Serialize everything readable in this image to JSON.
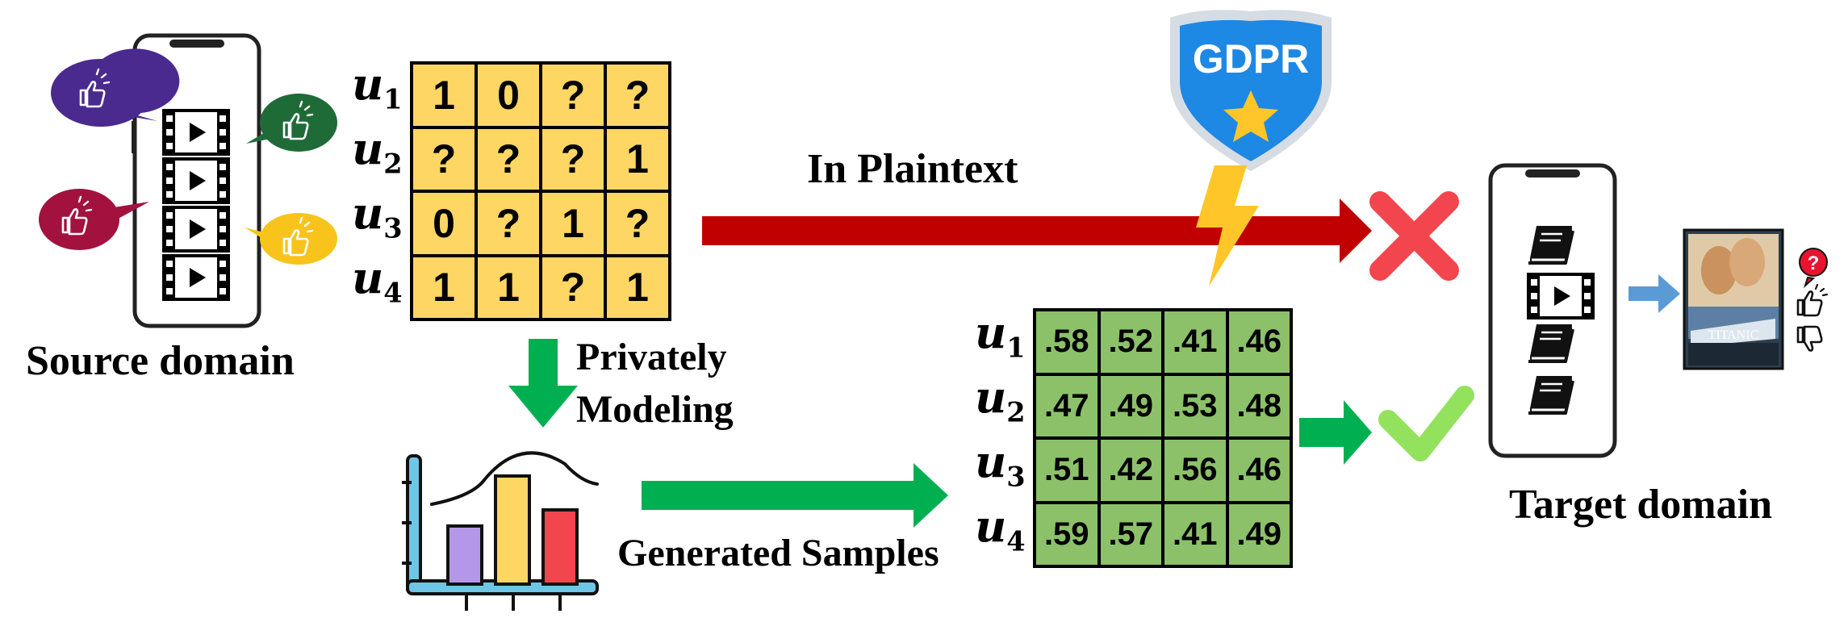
{
  "labels": {
    "source_domain": "Source domain",
    "target_domain": "Target domain",
    "in_plaintext": "In Plaintext",
    "privately_line1": "Privately",
    "privately_line2": "Modeling",
    "generated_samples": "Generated Samples",
    "gdpr": "GDPR",
    "poster_title": "TITANIC"
  },
  "users": [
    {
      "name": "u",
      "sub": "1"
    },
    {
      "name": "u",
      "sub": "2"
    },
    {
      "name": "u",
      "sub": "3"
    },
    {
      "name": "u",
      "sub": "4"
    }
  ],
  "source_matrix": [
    [
      "1",
      "0",
      "?",
      "?"
    ],
    [
      "?",
      "?",
      "?",
      "1"
    ],
    [
      "0",
      "?",
      "1",
      "?"
    ],
    [
      "1",
      "1",
      "?",
      "1"
    ]
  ],
  "generated_matrix": [
    [
      ".58",
      ".52",
      ".41",
      ".46"
    ],
    [
      ".47",
      ".49",
      ".53",
      ".48"
    ],
    [
      ".51",
      ".42",
      ".56",
      ".46"
    ],
    [
      ".59",
      ".57",
      ".41",
      ".49"
    ]
  ],
  "feedback_icons": [
    "question-icon",
    "thumbs-up-icon",
    "thumbs-down-icon"
  ],
  "colors": {
    "source_matrix": "#FDD663",
    "generated_matrix": "#8CC16A",
    "plaintext_arrow": "#C00000",
    "green_arrow": "#00B050",
    "cross": "#F2454E",
    "check": "#92E25E",
    "gdpr_shield": "#1E88E5",
    "lightning": "#FFC629",
    "target_arrow": "#5B9BD5"
  }
}
